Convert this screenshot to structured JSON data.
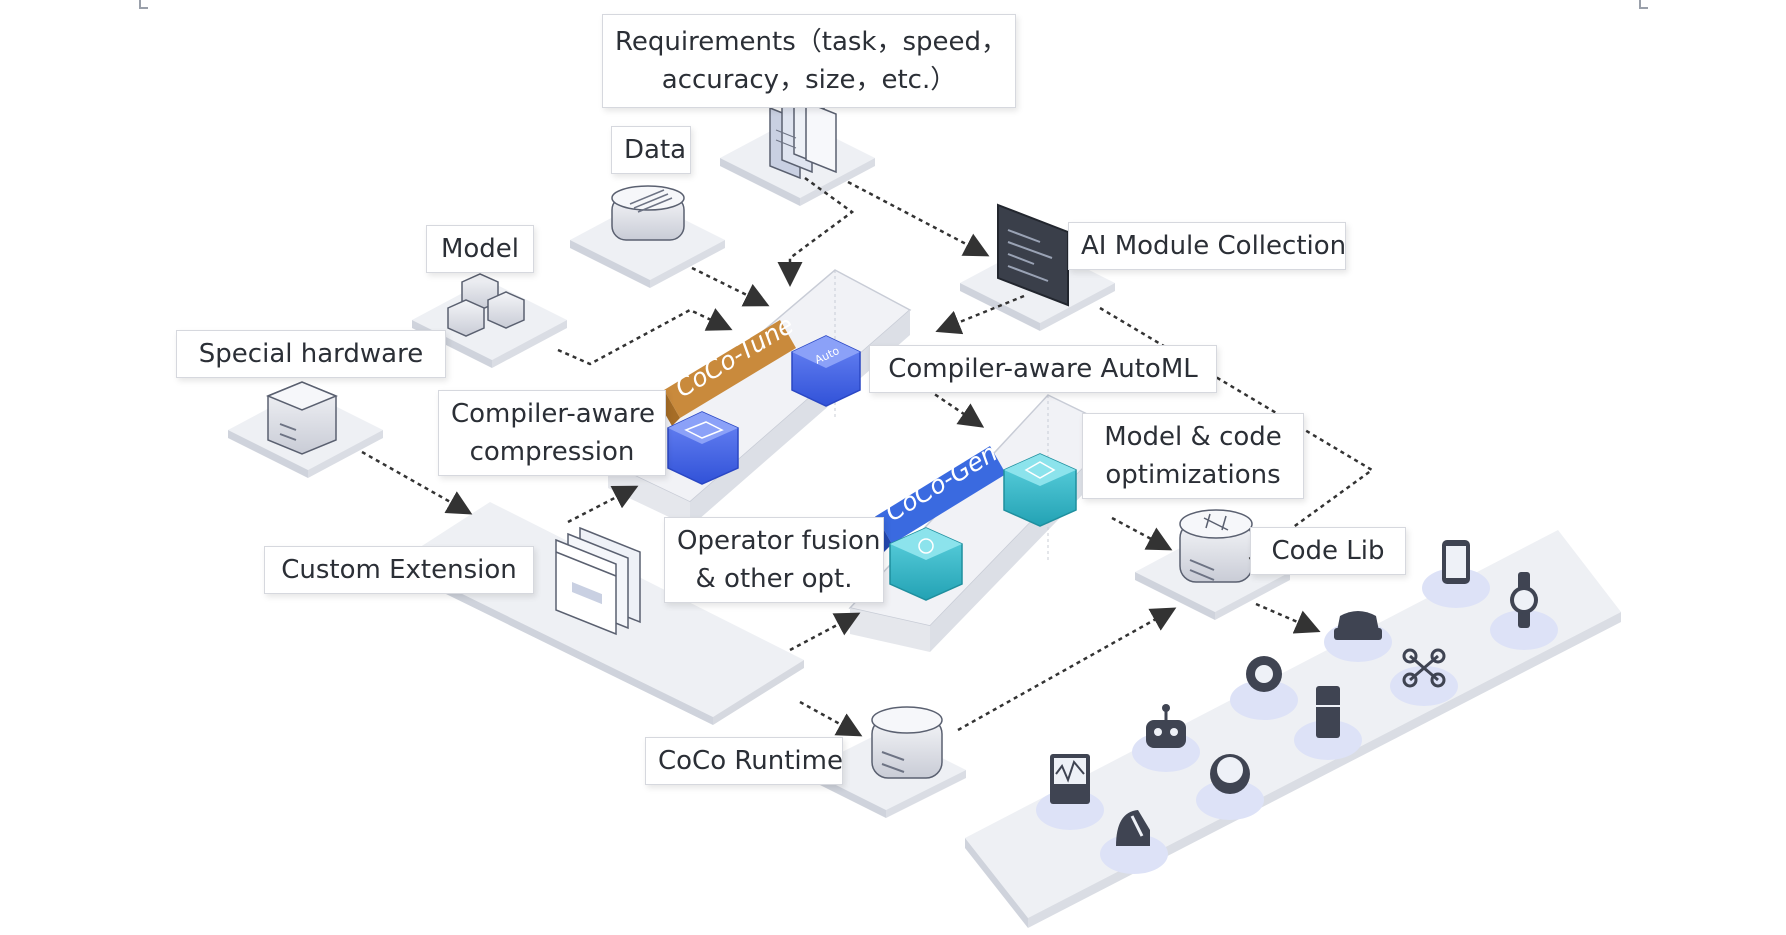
{
  "labels": {
    "requirements": [
      "Requirements（task，speed，",
      "accuracy，size，etc.）"
    ],
    "data": "Data",
    "model": "Model",
    "ai_module_collection": "AI Module Collection",
    "special_hardware": "Special  hardware",
    "compiler_aware_automl": "Compiler-aware AutoML",
    "compiler_aware_compression": [
      "Compiler-aware",
      "compression"
    ],
    "model_code_optimizations": [
      "Model & code",
      "optimizations"
    ],
    "operator_fusion": [
      "Operator fusion",
      "& other opt."
    ],
    "code_lib": "Code Lib",
    "custom_extension": "Custom Extension",
    "coco_runtime": "CoCo Runtime"
  },
  "banners": {
    "coco_tune": "CoCo-Tune",
    "coco_gen": "CoCo-Gen"
  },
  "hexagon_marks": {
    "auto": "Auto"
  },
  "devices": [
    "phone-icon",
    "watch-icon",
    "car-icon",
    "drone-icon",
    "camera-icon",
    "fridge-icon",
    "robot-icon",
    "robot-vacuum-icon",
    "monitor-icon",
    "robot-arm-icon"
  ],
  "colors": {
    "label_border": "#d6d8de",
    "tune_banner": "#c98a3c",
    "gen_banner": "#3a6ae0",
    "hex_blue": "#4f6ff0",
    "hex_teal": "#3fbfce",
    "device_disc": "#dde2f7",
    "arrow": "#333333"
  }
}
